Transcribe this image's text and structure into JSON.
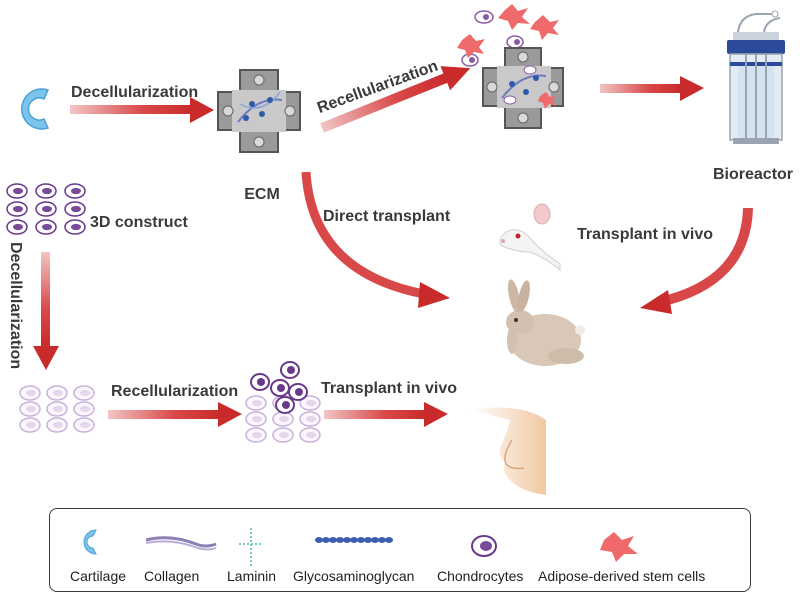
{
  "labels": {
    "decell_top": "Decellularization",
    "recell_top": "Recellularization",
    "ecm": "ECM",
    "bioreactor": "Bioreactor",
    "construct": "3D construct",
    "direct_transplant": "Direct transplant",
    "transplant_vivo_right": "Transplant in vivo",
    "decell_vertical": "Decellularization",
    "recell_bottom": "Recellularization",
    "transplant_vivo_bottom": "Transplant in vivo"
  },
  "legend": {
    "items": [
      {
        "label": "Cartilage",
        "icon": "cartilage-icon"
      },
      {
        "label": "Collagen",
        "icon": "collagen-icon"
      },
      {
        "label": "Laminin",
        "icon": "laminin-icon"
      },
      {
        "label": "Glycosaminoglycan",
        "icon": "glycosaminoglycan-icon"
      },
      {
        "label": "Chondrocytes",
        "icon": "chondrocyte-icon"
      },
      {
        "label": "Adipose-derived stem cells",
        "icon": "stem-cell-icon"
      }
    ]
  },
  "colors": {
    "arrow": "#d63a3a",
    "cartilage": "#7cc4ec",
    "chondrocyte": "#8a5aa6",
    "stem_cell": "#ef6a6a",
    "scaffold": "#8e8e8e",
    "text": "#3a3a3a"
  }
}
